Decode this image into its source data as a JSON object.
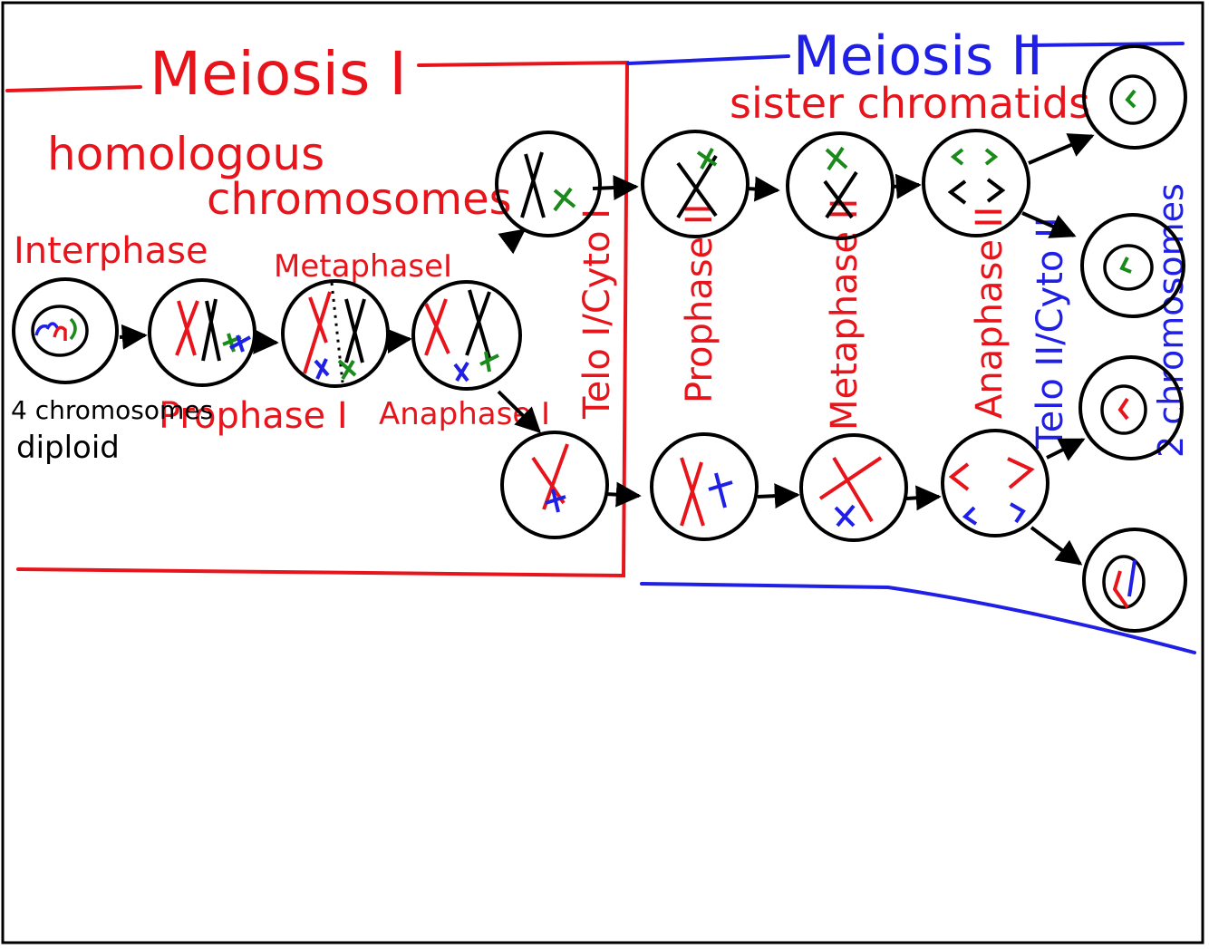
{
  "colors": {
    "red": "#e8141b",
    "blue": "#1f1fe6",
    "green": "#1a8a1a",
    "black": "#000000"
  },
  "meiosis1": {
    "title": "Meiosis I",
    "subtitle_line1": "homologous",
    "subtitle_line2": "chromosomes"
  },
  "meiosis2": {
    "title": "Meiosis II",
    "subtitle": "sister chromatids"
  },
  "stages": {
    "interphase": "Interphase",
    "prophase1": "Prophase I",
    "metaphase1": "MetaphaseI",
    "anaphase1": "Anaphase I",
    "telo1": "Telo I/Cyto I",
    "prophase2": "Prophase II",
    "metaphase2": "Metaphase II",
    "anaphase2": "Anaphase II",
    "telo2": "Telo II/Cyto II"
  },
  "notes": {
    "chromosomes": "4 chromosomes",
    "diploid": "diploid",
    "result": "2 chromosomes"
  }
}
